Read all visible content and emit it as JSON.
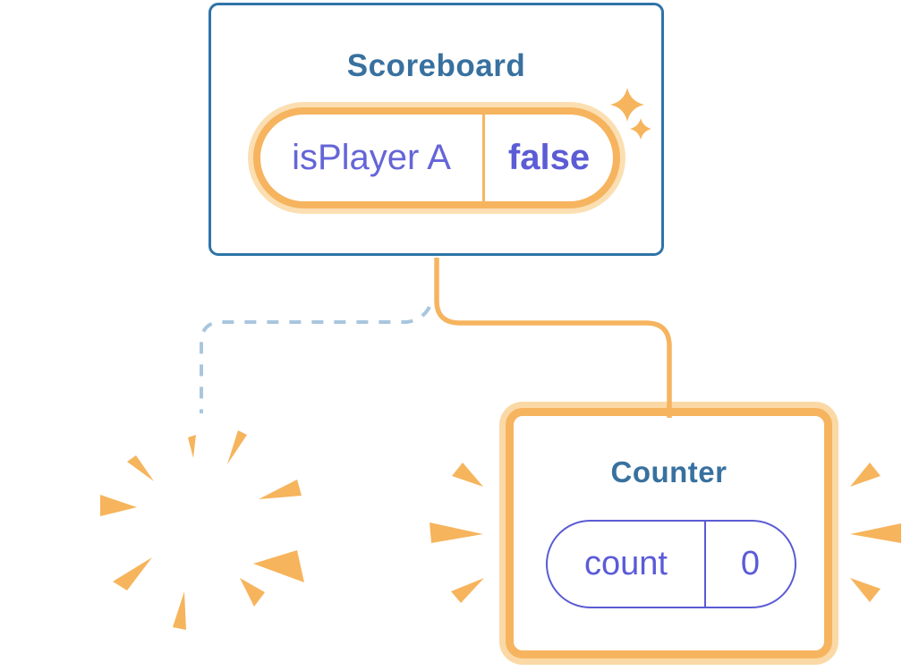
{
  "diagram": {
    "scoreboard": {
      "title": "Scoreboard",
      "state": {
        "key": "isPlayer A",
        "value": "false"
      }
    },
    "counter": {
      "title": "Counter",
      "state": {
        "key": "count",
        "value": "0"
      }
    },
    "icons": [
      "sparkle-icon",
      "burst-rays-icon",
      "emphasis-rays-icon"
    ],
    "colors": {
      "card_border_blue": "#2E74A8",
      "title_teal": "#38719F",
      "accent_orange": "#F6B45F",
      "accent_orange_soft": "#FBDFB2",
      "state_indigo": "#5C5CD6",
      "dashed_connector_blue": "#A9C6DE",
      "background": "#FFFFFF"
    }
  }
}
